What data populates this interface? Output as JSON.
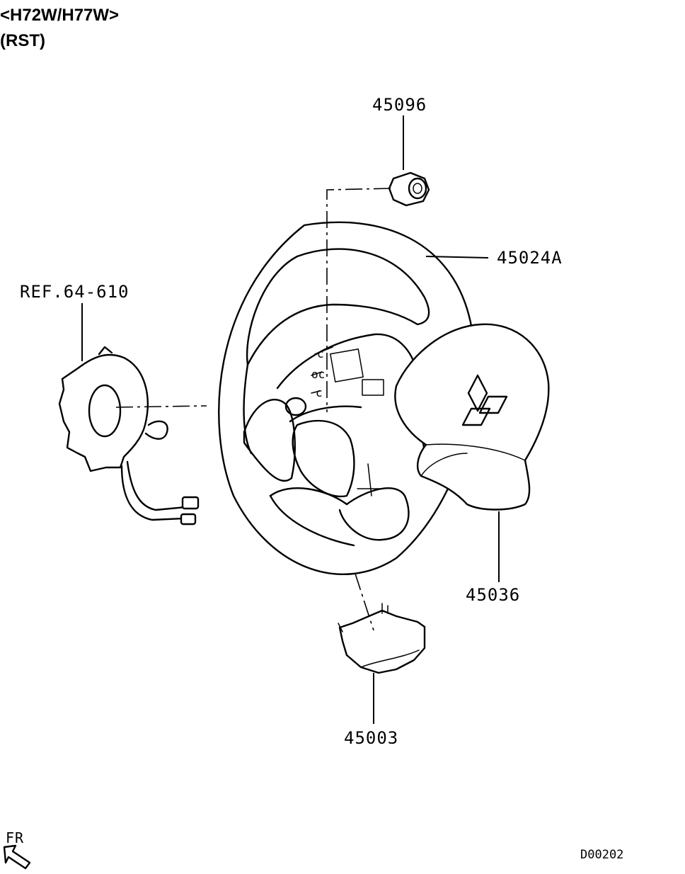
{
  "header": {
    "model_codes": "<H72W/H77W>",
    "variant": "(RST)"
  },
  "parts": {
    "nut": "45096",
    "steering_wheel": "45024A",
    "clock_spring_ref": "REF.64-610",
    "airbag_module": "45036",
    "lower_cover": "45003"
  },
  "direction_label": "FR",
  "diagram_code": "D00202",
  "icons": {
    "direction_arrow": "arrow-up-left-icon",
    "logo": "three-diamond-logo-icon"
  }
}
